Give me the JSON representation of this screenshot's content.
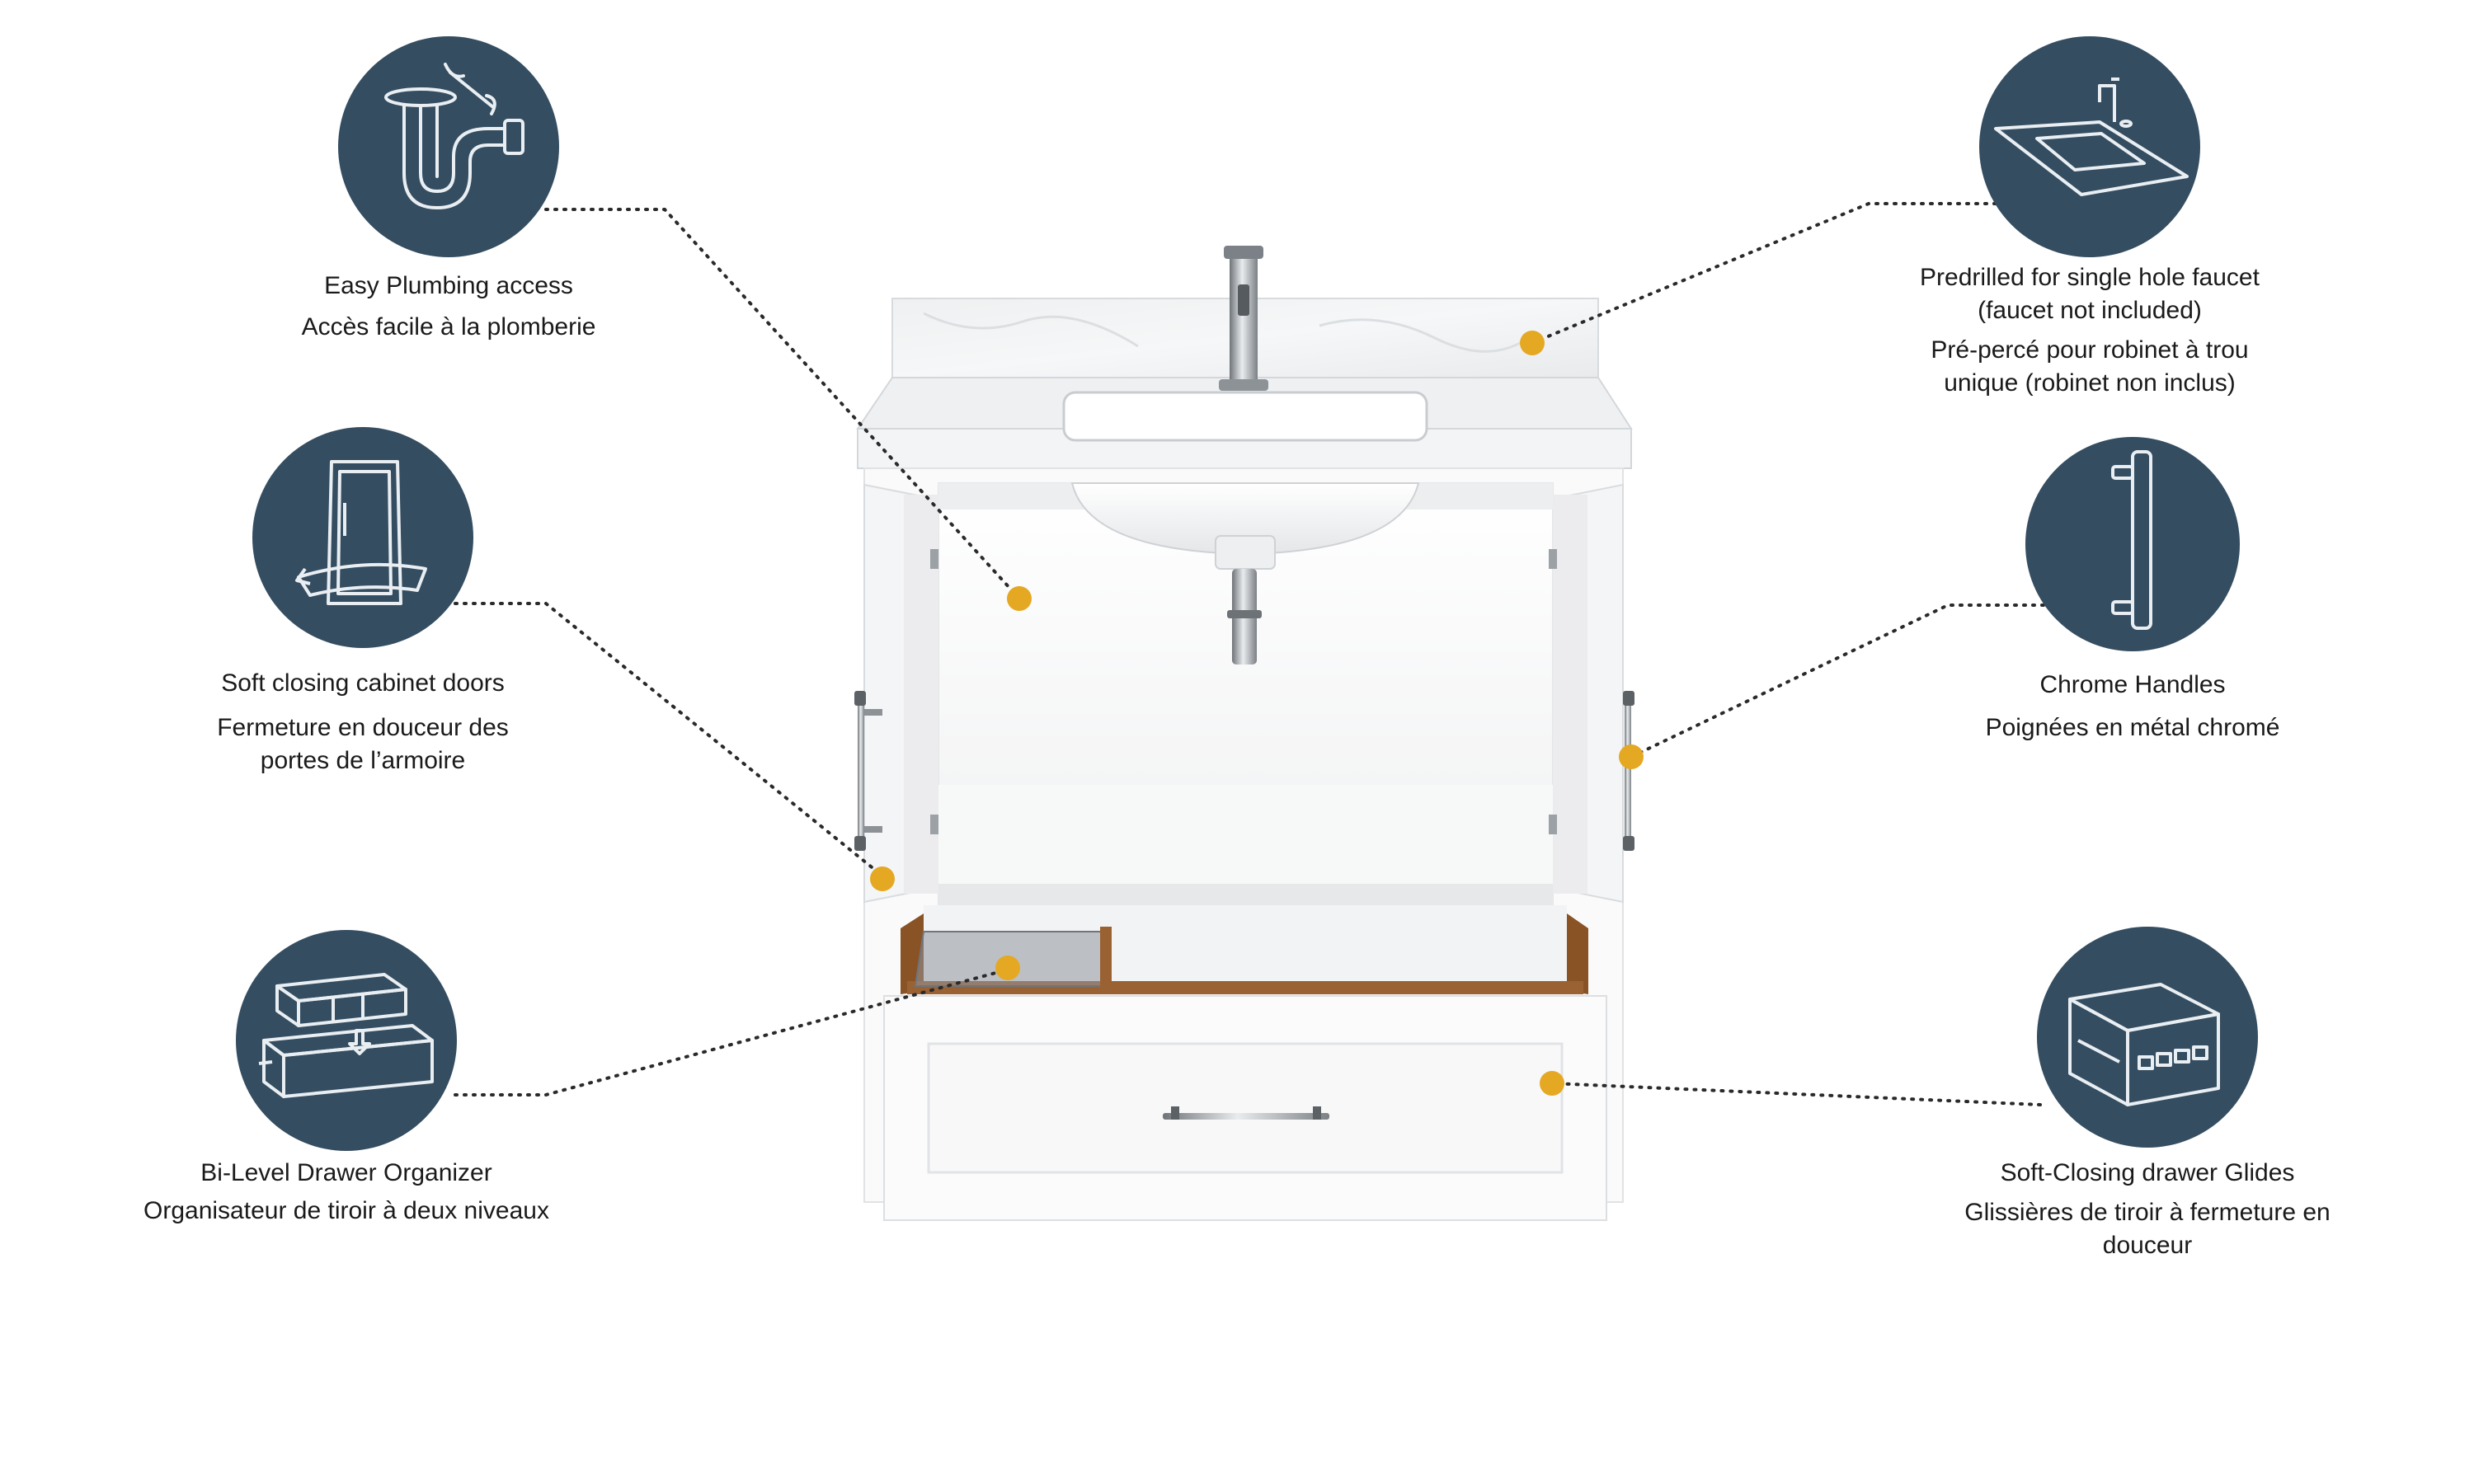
{
  "colors": {
    "badge": "#344d61",
    "badge_icon": "#e9eef2",
    "dot": "#e5a823",
    "leader": "#2a2a2a",
    "cabinet": "#fbfbfb",
    "wood": "#8a5326"
  },
  "features": {
    "plumbing": {
      "icon": "p-trap-pipe-icon",
      "label_en": "Easy Plumbing access",
      "label_fr": "Accès facile à la plomberie"
    },
    "doors": {
      "icon": "cabinet-door-icon",
      "label_en": "Soft closing cabinet doors",
      "label_fr_1": "Fermeture en douceur des",
      "label_fr_2": "portes de l’armoire"
    },
    "organizer": {
      "icon": "drawer-organizer-icon",
      "label_en": "Bi-Level Drawer Organizer",
      "label_fr": "Organisateur de tiroir à deux niveaux"
    },
    "faucet": {
      "icon": "faucet-countertop-icon",
      "label_en_1": "Predrilled for single hole faucet",
      "label_en_2": "(faucet not included)",
      "label_fr_1": "Pré-percé pour robinet à trou",
      "label_fr_2": "unique (robinet non inclus)"
    },
    "handles": {
      "icon": "bar-handle-icon",
      "label_en": "Chrome Handles",
      "label_fr": "Poignées en métal chromé"
    },
    "glides": {
      "icon": "drawer-glide-icon",
      "label_en": "Soft-Closing drawer Glides",
      "label_fr_1": "Glissières de tiroir à fermeture en",
      "label_fr_2": "douceur"
    }
  }
}
